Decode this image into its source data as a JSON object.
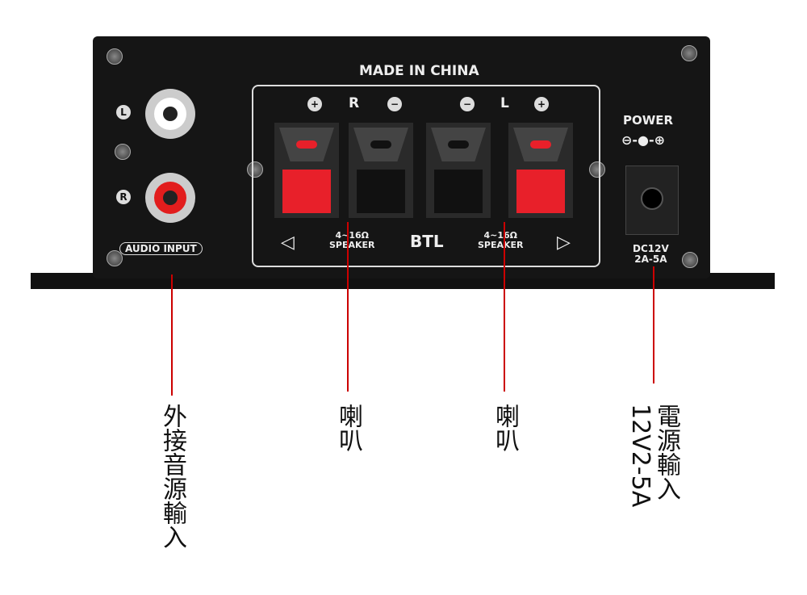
{
  "panel": {
    "made_in": "MADE IN CHINA",
    "audio_input": "AUDIO INPUT",
    "left": "L",
    "right": "R",
    "speaker_r_label": "R",
    "speaker_l_label": "L",
    "plus": "+",
    "minus": "−",
    "impedance_left": "4~16Ω",
    "speaker_left": "SPEAKER",
    "btl": "BTL",
    "impedance_right": "4~16Ω",
    "speaker_right": "SPEAKER",
    "power": "POWER",
    "power_symbol": "⊖-●-⊕",
    "dc_voltage": "DC12V",
    "dc_current": "2A-5A"
  },
  "annotations": {
    "audio": "外接音源輸入",
    "speaker_left": "喇叭",
    "speaker_right": "喇叭",
    "power_line1": "電源輸入",
    "power_line2": "12V2-5A"
  },
  "colors": {
    "accent": "#cc0000",
    "terminal_red": "#e8202a"
  }
}
